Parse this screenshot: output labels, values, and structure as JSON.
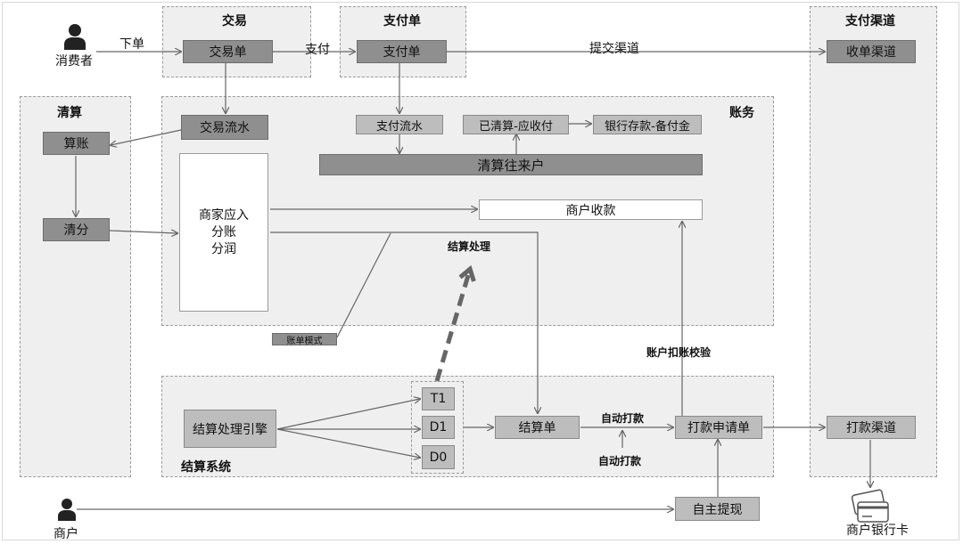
{
  "zones": {
    "trade": "交易",
    "payment_order": "支付单",
    "pay_channel": "支付渠道",
    "clearing": "清算",
    "accounting": "账务",
    "settlement_system": "结算系统"
  },
  "actors": {
    "consumer": "消费者",
    "merchant": "商户",
    "merchant_bank_card": "商户银行卡"
  },
  "boxes": {
    "trade_order": "交易单",
    "payment_order": "支付单",
    "acquiring_channel": "收单渠道",
    "trade_flow": "交易流水",
    "payment_flow": "支付流水",
    "cleared_payable": "已清算-应收付",
    "bank_deposit": "银行存款-备付金",
    "clearing_current_account": "清算往来户",
    "reconcile": "算账",
    "split": "清分",
    "merchant_income": [
      "商家应入",
      "分账",
      "分润"
    ],
    "merchant_receipt": "商户收款",
    "bill_mode": "账单模式",
    "engine": "结算处理引擎",
    "t1": "T1",
    "d1": "D1",
    "d0": "D0",
    "settlement_order": "结算单",
    "payout_request": "打款申请单",
    "payout_channel": "打款渠道",
    "self_withdraw": "自主提现"
  },
  "labels": {
    "place_order": "下单",
    "pay": "支付",
    "submit_channel": "提交渠道",
    "settlement_processing": "结算处理",
    "account_debit_check": "账户扣账校验",
    "auto_payout_1": "自动打款",
    "auto_payout_2": "自动打款"
  }
}
